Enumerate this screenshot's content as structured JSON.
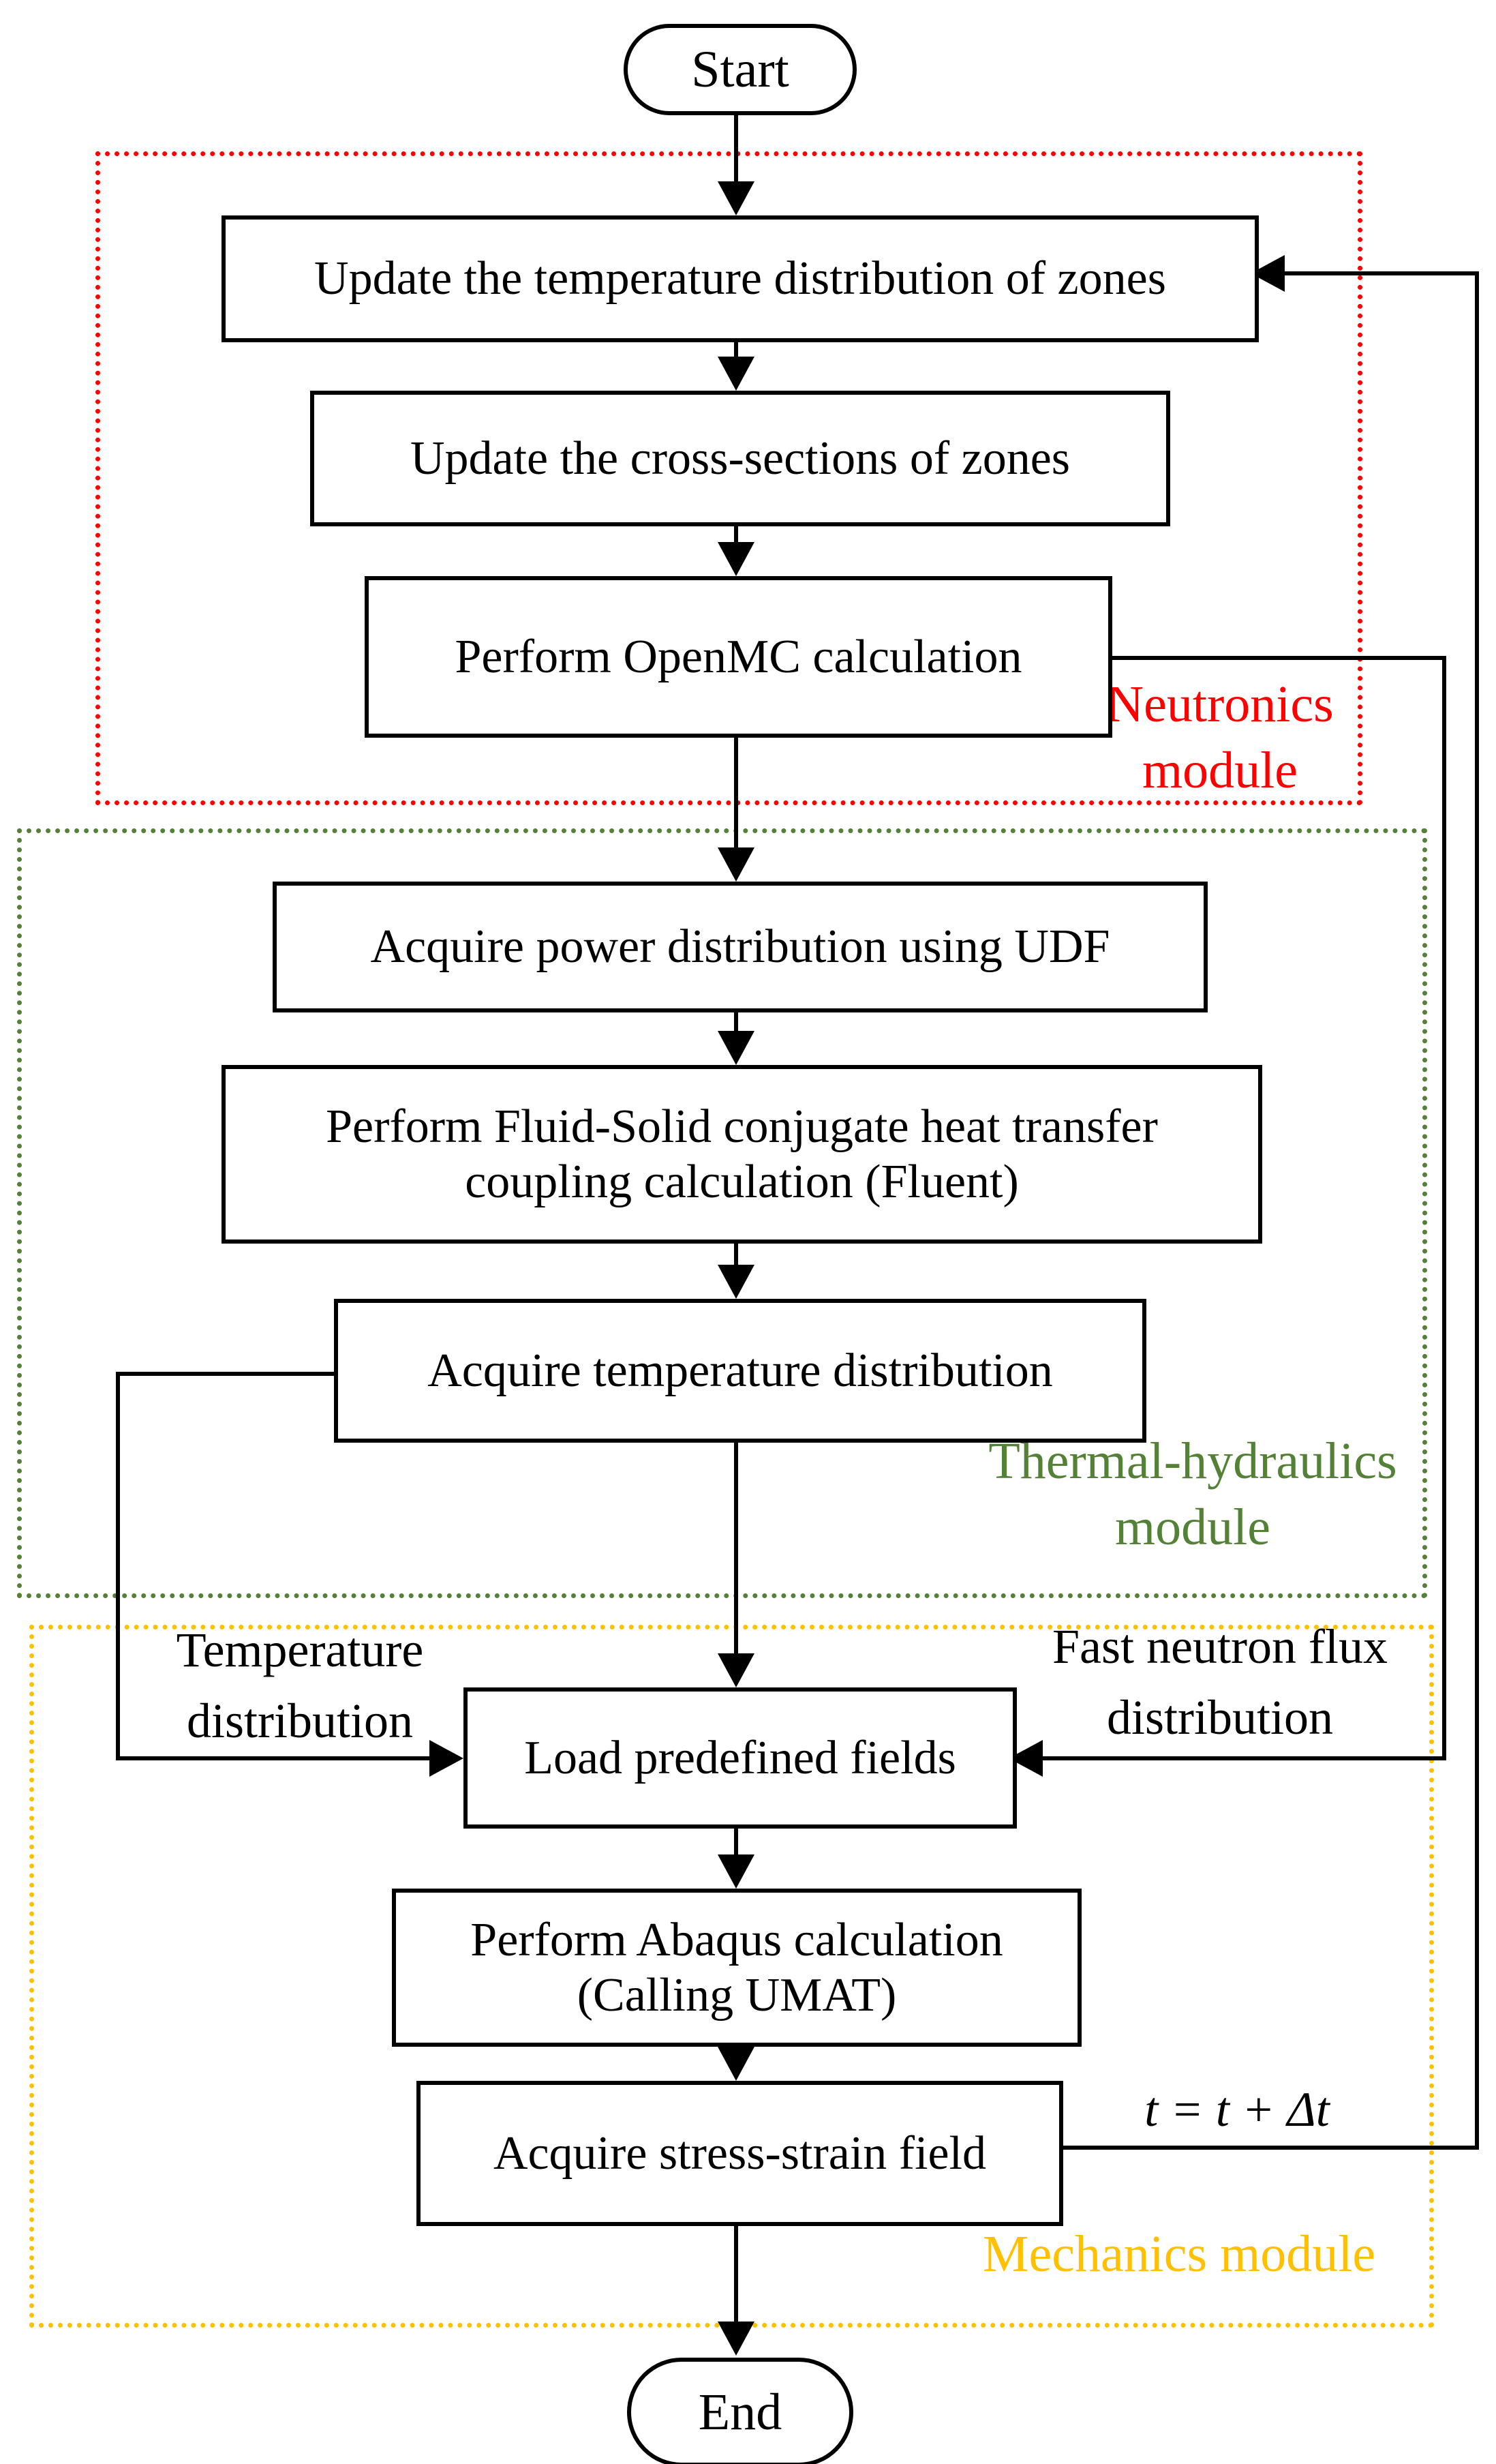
{
  "nodes": {
    "start": "Start",
    "update_temperature": "Update the temperature distribution of zones",
    "update_cross_sections": "Update the cross-sections of zones",
    "openmc": "Perform OpenMC calculation",
    "acquire_power": "Acquire power distribution using UDF",
    "fluent_line1": "Perform Fluid-Solid conjugate heat transfer",
    "fluent_line2": "coupling calculation (Fluent)",
    "acquire_temperature": "Acquire temperature distribution",
    "load_fields": "Load predefined fields",
    "abaqus_line1": "Perform Abaqus calculation",
    "abaqus_line2": "(Calling UMAT)",
    "stress_strain": "Acquire stress-strain field",
    "end": "End"
  },
  "modules": {
    "neutronics": {
      "label_line1": "Neutronics",
      "label_line2": "module",
      "color": "#fe0000"
    },
    "thermal_hydraulics": {
      "label_line1": "Thermal-hydraulics",
      "label_line2": "module",
      "color": "#538135"
    },
    "mechanics": {
      "label": "Mechanics module",
      "color": "#ffc000"
    }
  },
  "annotations": {
    "temperature_line1": "Temperature",
    "temperature_line2": "distribution",
    "flux_line1": "Fast neutron flux",
    "flux_line2": "distribution",
    "time_step": "t = t + Δt"
  }
}
